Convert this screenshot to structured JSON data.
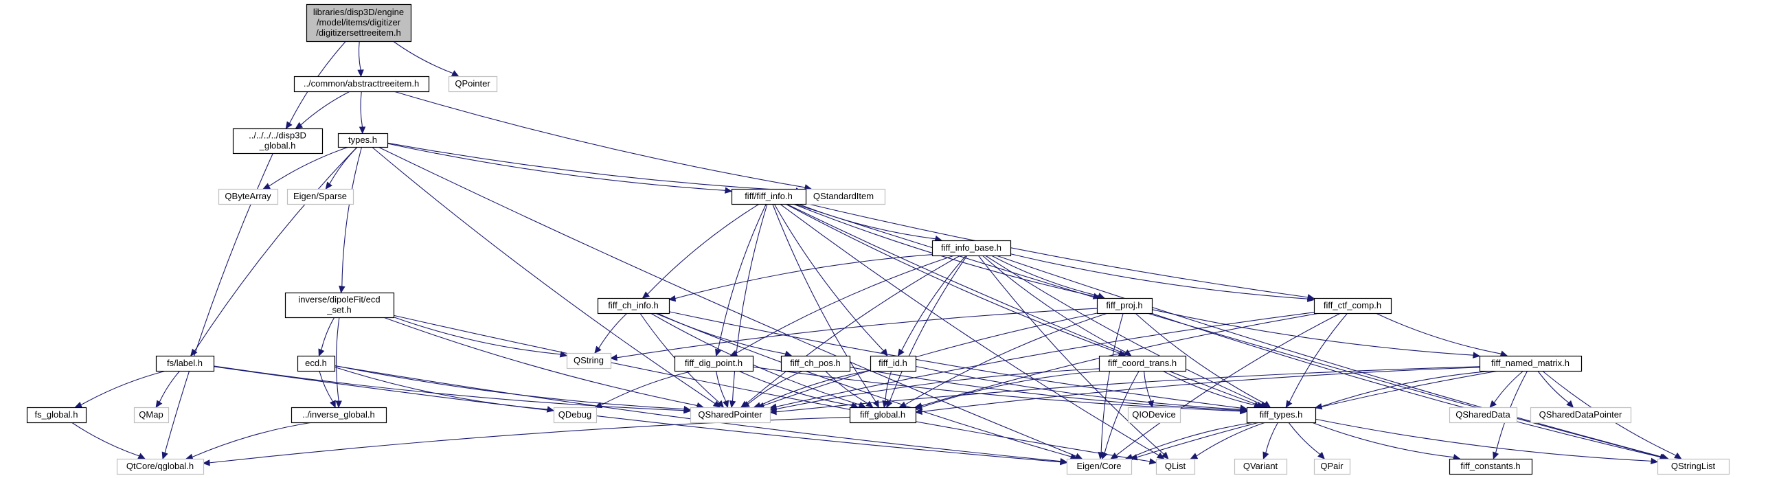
{
  "colors": {
    "edge": "#191970",
    "root_fill": "#bfbfbf",
    "internal_border": "#000000",
    "external_border": "#bfbfbf",
    "text": "#000000"
  },
  "nodes": [
    {
      "id": "root",
      "kind": "root",
      "lines": [
        "libraries/disp3D/engine",
        "/model/items/digitizer",
        "/digitizersettreeitem.h"
      ]
    },
    {
      "id": "abstracttreeitem",
      "kind": "internal",
      "lines": [
        "../common/abstracttreeitem.h"
      ]
    },
    {
      "id": "qpointer",
      "kind": "external",
      "lines": [
        "QPointer"
      ]
    },
    {
      "id": "disp3d_global",
      "kind": "internal",
      "lines": [
        "../../../../disp3D",
        "_global.h"
      ]
    },
    {
      "id": "types",
      "kind": "internal",
      "lines": [
        "types.h"
      ]
    },
    {
      "id": "qbytearray",
      "kind": "external",
      "lines": [
        "QByteArray"
      ]
    },
    {
      "id": "eigen_sparse",
      "kind": "external",
      "lines": [
        "Eigen/Sparse"
      ]
    },
    {
      "id": "qstandarditem",
      "kind": "external",
      "lines": [
        "QStandardItem"
      ]
    },
    {
      "id": "fiff_info",
      "kind": "internal",
      "lines": [
        "fiff/fiff_info.h"
      ]
    },
    {
      "id": "fiff_info_base",
      "kind": "internal",
      "lines": [
        "fiff_info_base.h"
      ]
    },
    {
      "id": "ecd_set",
      "kind": "internal",
      "lines": [
        "inverse/dipoleFit/ecd",
        "_set.h"
      ]
    },
    {
      "id": "fiff_ch_info",
      "kind": "internal",
      "lines": [
        "fiff_ch_info.h"
      ]
    },
    {
      "id": "fiff_proj",
      "kind": "internal",
      "lines": [
        "fiff_proj.h"
      ]
    },
    {
      "id": "fiff_ctf_comp",
      "kind": "internal",
      "lines": [
        "fiff_ctf_comp.h"
      ]
    },
    {
      "id": "qstring",
      "kind": "external",
      "lines": [
        "QString"
      ]
    },
    {
      "id": "fs_label",
      "kind": "internal",
      "lines": [
        "fs/label.h"
      ]
    },
    {
      "id": "ecd",
      "kind": "internal",
      "lines": [
        "ecd.h"
      ]
    },
    {
      "id": "fiff_dig_point",
      "kind": "internal",
      "lines": [
        "fiff_dig_point.h"
      ]
    },
    {
      "id": "fiff_ch_pos",
      "kind": "internal",
      "lines": [
        "fiff_ch_pos.h"
      ]
    },
    {
      "id": "fiff_id",
      "kind": "internal",
      "lines": [
        "fiff_id.h"
      ]
    },
    {
      "id": "fiff_coord_trans",
      "kind": "internal",
      "lines": [
        "fiff_coord_trans.h"
      ]
    },
    {
      "id": "fiff_named_matrix",
      "kind": "internal",
      "lines": [
        "fiff_named_matrix.h"
      ]
    },
    {
      "id": "fs_global",
      "kind": "internal",
      "lines": [
        "fs_global.h"
      ]
    },
    {
      "id": "qmap",
      "kind": "external",
      "lines": [
        "QMap"
      ]
    },
    {
      "id": "inverse_global",
      "kind": "internal",
      "lines": [
        "../inverse_global.h"
      ]
    },
    {
      "id": "qdebug",
      "kind": "external",
      "lines": [
        "QDebug"
      ]
    },
    {
      "id": "qsharedpointer",
      "kind": "external",
      "lines": [
        "QSharedPointer"
      ]
    },
    {
      "id": "fiff_global",
      "kind": "internal",
      "lines": [
        "fiff_global.h"
      ]
    },
    {
      "id": "qiodevice",
      "kind": "external",
      "lines": [
        "QIODevice"
      ]
    },
    {
      "id": "fiff_types",
      "kind": "internal",
      "lines": [
        "fiff_types.h"
      ]
    },
    {
      "id": "qshareddata",
      "kind": "external",
      "lines": [
        "QSharedData"
      ]
    },
    {
      "id": "qshareddatapointer",
      "kind": "external",
      "lines": [
        "QSharedDataPointer"
      ]
    },
    {
      "id": "qtcore_qglobal",
      "kind": "external",
      "lines": [
        "QtCore/qglobal.h"
      ]
    },
    {
      "id": "eigen_core",
      "kind": "external",
      "lines": [
        "Eigen/Core"
      ]
    },
    {
      "id": "qlist",
      "kind": "external",
      "lines": [
        "QList"
      ]
    },
    {
      "id": "qvariant",
      "kind": "external",
      "lines": [
        "QVariant"
      ]
    },
    {
      "id": "qpair",
      "kind": "external",
      "lines": [
        "QPair"
      ]
    },
    {
      "id": "fiff_constants",
      "kind": "internal",
      "lines": [
        "fiff_constants.h"
      ]
    },
    {
      "id": "qstringlist",
      "kind": "external",
      "lines": [
        "QStringList"
      ]
    }
  ],
  "edges": [
    [
      "root",
      "abstracttreeitem"
    ],
    [
      "root",
      "qpointer"
    ],
    [
      "root",
      "disp3d_global"
    ],
    [
      "abstracttreeitem",
      "disp3d_global"
    ],
    [
      "abstracttreeitem",
      "types"
    ],
    [
      "abstracttreeitem",
      "qstandarditem"
    ],
    [
      "disp3d_global",
      "qtcore_qglobal"
    ],
    [
      "types",
      "qbytearray"
    ],
    [
      "types",
      "eigen_sparse"
    ],
    [
      "types",
      "qstandarditem"
    ],
    [
      "types",
      "fiff_info"
    ],
    [
      "types",
      "fs_label"
    ],
    [
      "types",
      "ecd_set"
    ],
    [
      "types",
      "qsharedpointer"
    ],
    [
      "types",
      "eigen_core"
    ],
    [
      "fiff_info",
      "fiff_info_base"
    ],
    [
      "fiff_info",
      "fiff_ch_info"
    ],
    [
      "fiff_info",
      "fiff_dig_point"
    ],
    [
      "fiff_info",
      "fiff_id"
    ],
    [
      "fiff_info",
      "fiff_proj"
    ],
    [
      "fiff_info",
      "fiff_ctf_comp"
    ],
    [
      "fiff_info",
      "fiff_coord_trans"
    ],
    [
      "fiff_info",
      "fiff_types"
    ],
    [
      "fiff_info",
      "qsharedpointer"
    ],
    [
      "fiff_info",
      "fiff_global"
    ],
    [
      "fiff_info",
      "qlist"
    ],
    [
      "fiff_info",
      "qstringlist"
    ],
    [
      "fiff_info_base",
      "fiff_ch_info"
    ],
    [
      "fiff_info_base",
      "fiff_dig_point"
    ],
    [
      "fiff_info_base",
      "fiff_id"
    ],
    [
      "fiff_info_base",
      "fiff_proj"
    ],
    [
      "fiff_info_base",
      "fiff_ctf_comp"
    ],
    [
      "fiff_info_base",
      "fiff_coord_trans"
    ],
    [
      "fiff_info_base",
      "fiff_types"
    ],
    [
      "fiff_info_base",
      "qsharedpointer"
    ],
    [
      "fiff_info_base",
      "fiff_global"
    ],
    [
      "fiff_info_base",
      "qlist"
    ],
    [
      "fiff_info_base",
      "qstringlist"
    ],
    [
      "ecd_set",
      "ecd"
    ],
    [
      "ecd_set",
      "inverse_global"
    ],
    [
      "ecd_set",
      "qstring"
    ],
    [
      "ecd_set",
      "qsharedpointer"
    ],
    [
      "ecd_set",
      "qlist"
    ],
    [
      "fiff_ch_info",
      "fiff_ch_pos"
    ],
    [
      "fiff_ch_info",
      "qstring"
    ],
    [
      "fiff_ch_info",
      "fiff_types"
    ],
    [
      "fiff_ch_info",
      "qsharedpointer"
    ],
    [
      "fiff_ch_info",
      "eigen_core"
    ],
    [
      "fiff_ch_info",
      "fiff_global"
    ],
    [
      "fiff_proj",
      "fiff_named_matrix"
    ],
    [
      "fiff_proj",
      "fiff_types"
    ],
    [
      "fiff_proj",
      "qstring"
    ],
    [
      "fiff_proj",
      "qsharedpointer"
    ],
    [
      "fiff_proj",
      "fiff_global"
    ],
    [
      "fiff_proj",
      "eigen_core"
    ],
    [
      "fiff_proj",
      "qstringlist"
    ],
    [
      "fiff_ctf_comp",
      "fiff_named_matrix"
    ],
    [
      "fiff_ctf_comp",
      "fiff_types"
    ],
    [
      "fiff_ctf_comp",
      "qsharedpointer"
    ],
    [
      "fiff_ctf_comp",
      "fiff_global"
    ],
    [
      "fiff_ctf_comp",
      "eigen_core"
    ],
    [
      "fs_label",
      "fs_global"
    ],
    [
      "fs_label",
      "qmap"
    ],
    [
      "fs_label",
      "qsharedpointer"
    ],
    [
      "fs_label",
      "eigen_core"
    ],
    [
      "ecd",
      "inverse_global"
    ],
    [
      "ecd",
      "qdebug"
    ],
    [
      "ecd",
      "qsharedpointer"
    ],
    [
      "ecd",
      "eigen_core"
    ],
    [
      "fiff_dig_point",
      "qdebug"
    ],
    [
      "fiff_dig_point",
      "qsharedpointer"
    ],
    [
      "fiff_dig_point",
      "fiff_global"
    ],
    [
      "fiff_dig_point",
      "fiff_types"
    ],
    [
      "fiff_ch_pos",
      "qsharedpointer"
    ],
    [
      "fiff_ch_pos",
      "fiff_global"
    ],
    [
      "fiff_ch_pos",
      "fiff_types"
    ],
    [
      "fiff_id",
      "qsharedpointer"
    ],
    [
      "fiff_id",
      "fiff_global"
    ],
    [
      "fiff_id",
      "fiff_types"
    ],
    [
      "fiff_coord_trans",
      "qsharedpointer"
    ],
    [
      "fiff_coord_trans",
      "fiff_global"
    ],
    [
      "fiff_coord_trans",
      "fiff_types"
    ],
    [
      "fiff_coord_trans",
      "qiodevice"
    ],
    [
      "fiff_coord_trans",
      "eigen_core"
    ],
    [
      "fiff_named_matrix",
      "fiff_types"
    ],
    [
      "fiff_named_matrix",
      "qshareddata"
    ],
    [
      "fiff_named_matrix",
      "qshareddatapointer"
    ],
    [
      "fiff_named_matrix",
      "qsharedpointer"
    ],
    [
      "fiff_named_matrix",
      "fiff_global"
    ],
    [
      "fiff_named_matrix",
      "qstringlist"
    ],
    [
      "fiff_named_matrix",
      "fiff_constants"
    ],
    [
      "fiff_named_matrix",
      "eigen_core"
    ],
    [
      "fs_global",
      "qtcore_qglobal"
    ],
    [
      "inverse_global",
      "qtcore_qglobal"
    ],
    [
      "fiff_global",
      "qtcore_qglobal"
    ],
    [
      "fiff_types",
      "eigen_core"
    ],
    [
      "fiff_types",
      "qlist"
    ],
    [
      "fiff_types",
      "qvariant"
    ],
    [
      "fiff_types",
      "qpair"
    ],
    [
      "fiff_types",
      "fiff_constants"
    ],
    [
      "fiff_types",
      "qstringlist"
    ]
  ]
}
